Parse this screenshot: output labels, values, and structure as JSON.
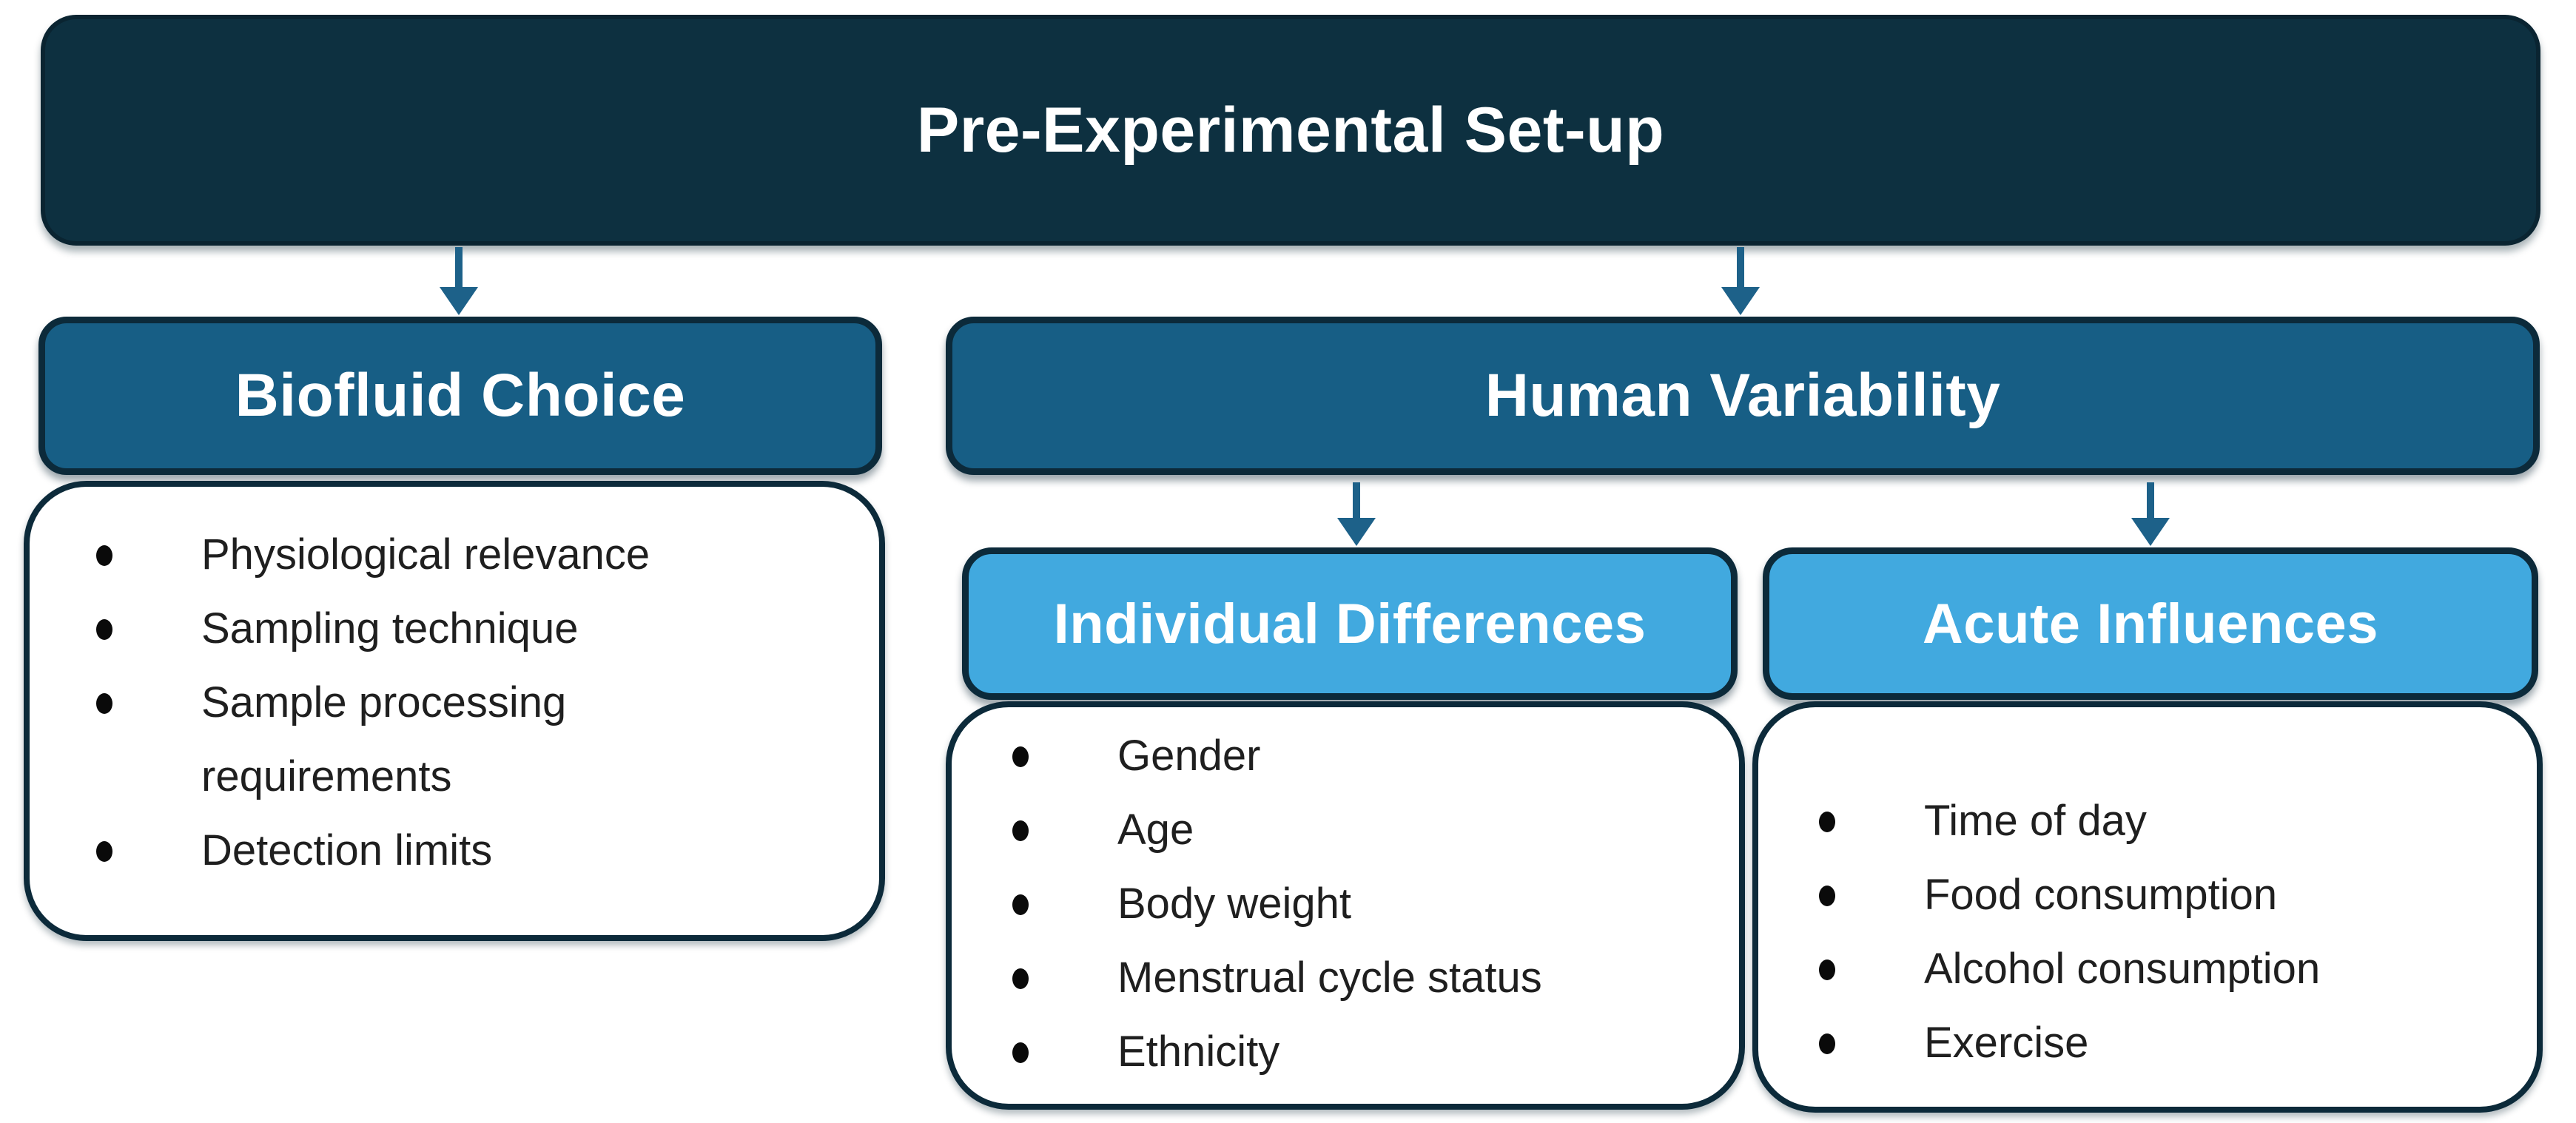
{
  "palette": {
    "dark_navy": "#0d3040",
    "medium_blue": "#175e85",
    "light_blue": "#41a9df",
    "outline": "#0c2a3a",
    "arrow": "#1d6189",
    "bullet_text": "#1f1f1f",
    "box_text": "#ffffff",
    "background": "#ffffff"
  },
  "icons": {
    "bullet": "filled-circle",
    "connector": "arrow-down"
  },
  "root": {
    "title": "Pre-Experimental Set-up"
  },
  "branches": {
    "biofluid": {
      "title": "Biofluid Choice",
      "items": [
        "Physiological relevance",
        "Sampling technique",
        "Sample processing requirements",
        "Detection limits"
      ]
    },
    "human_variability": {
      "title": "Human Variability",
      "children": {
        "individual_differences": {
          "title": "Individual Differences",
          "items": [
            "Gender",
            "Age",
            "Body weight",
            "Menstrual cycle status",
            "Ethnicity"
          ]
        },
        "acute_influences": {
          "title": "Acute Influences",
          "items": [
            "Time of day",
            "Food consumption",
            "Alcohol consumption",
            "Exercise"
          ]
        }
      }
    }
  }
}
